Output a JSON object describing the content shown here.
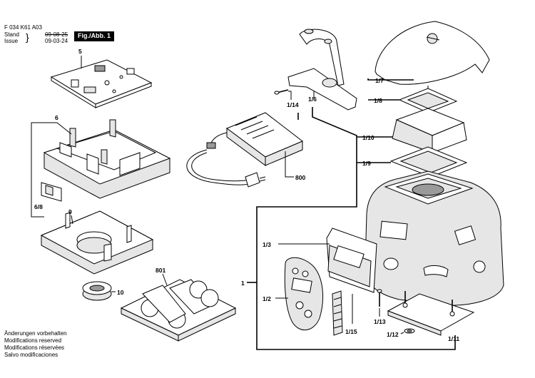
{
  "header": {
    "doc_number": "F 034 K61 A03",
    "stand_label": "Stand",
    "stand_date": "09-08-25",
    "issue_label": "Issue",
    "issue_date": "09-03-24",
    "figure_label": "Fig./Abb. 1"
  },
  "parts": {
    "p5": "5",
    "p6": "6",
    "p6_8": "6/8",
    "p9": "9",
    "p10": "10",
    "p801": "801",
    "p800": "800",
    "p1_6": "1/6",
    "p1_14": "1/14",
    "p1_7": "1/7",
    "p1_8": "1/8",
    "p1_10": "1/10",
    "p1_9": "1/9",
    "p1": "1",
    "p1_3": "1/3",
    "p1_2": "1/2",
    "p1_15": "1/15",
    "p1_13": "1/13",
    "p1_12": "1/12",
    "p1_11": "1/11"
  },
  "footer_notes": [
    "Änderungen vorbehalten",
    "Modifications reserved",
    "Modifications réservées",
    "Salvo modificaciones"
  ]
}
